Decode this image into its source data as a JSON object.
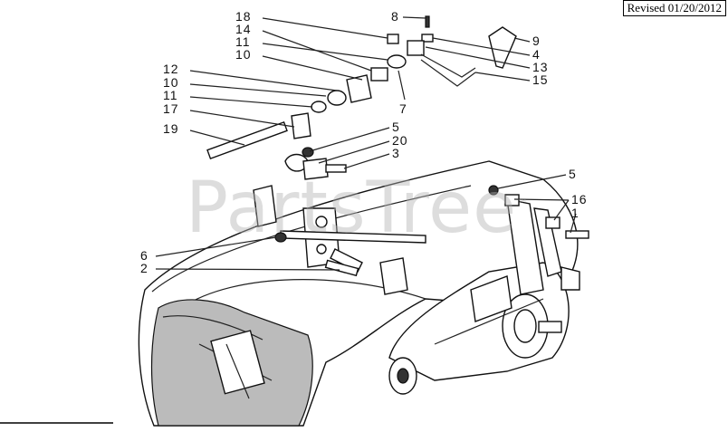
{
  "revised_label": "Revised 01/20/2012",
  "watermark": {
    "text": "PartsTree",
    "tm": "™"
  },
  "callouts": [
    "18",
    "14",
    "11",
    "10",
    "12",
    "10",
    "11",
    "17",
    "19",
    "8",
    "9",
    "4",
    "13",
    "15",
    "7",
    "5",
    "20",
    "3",
    "5",
    "16",
    "1",
    "6",
    "2"
  ]
}
